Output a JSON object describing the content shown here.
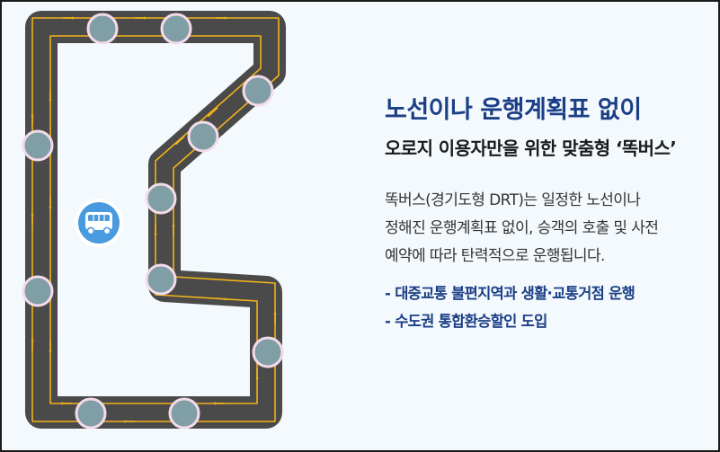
{
  "headline": "노선이나 운행계획표 없이",
  "subheadline": "오로지 이용자만을 위한 맞춤형 ‘똑버스’",
  "description_lines": [
    "똑버스(경기도형 DRT)는 일정한 노선이나",
    "정해진 운행계획표 없이, 승객의 호출 및 사전",
    "예약에 따라 탄력적으로 운행됩니다."
  ],
  "highlights": [
    "- 대중교통 불편지역과 생활·교통거점 운행",
    "- 수도권 통합환승할인 도입"
  ],
  "colors": {
    "headline": "#1b3f86",
    "road": "#4a4a4a",
    "lane_marking": "#f2b21c",
    "stop_fill": "#7f9ea6",
    "stop_ring": "#f4dbe9",
    "bus_badge": "#4a9adf"
  },
  "icons": [
    "bus-icon"
  ]
}
